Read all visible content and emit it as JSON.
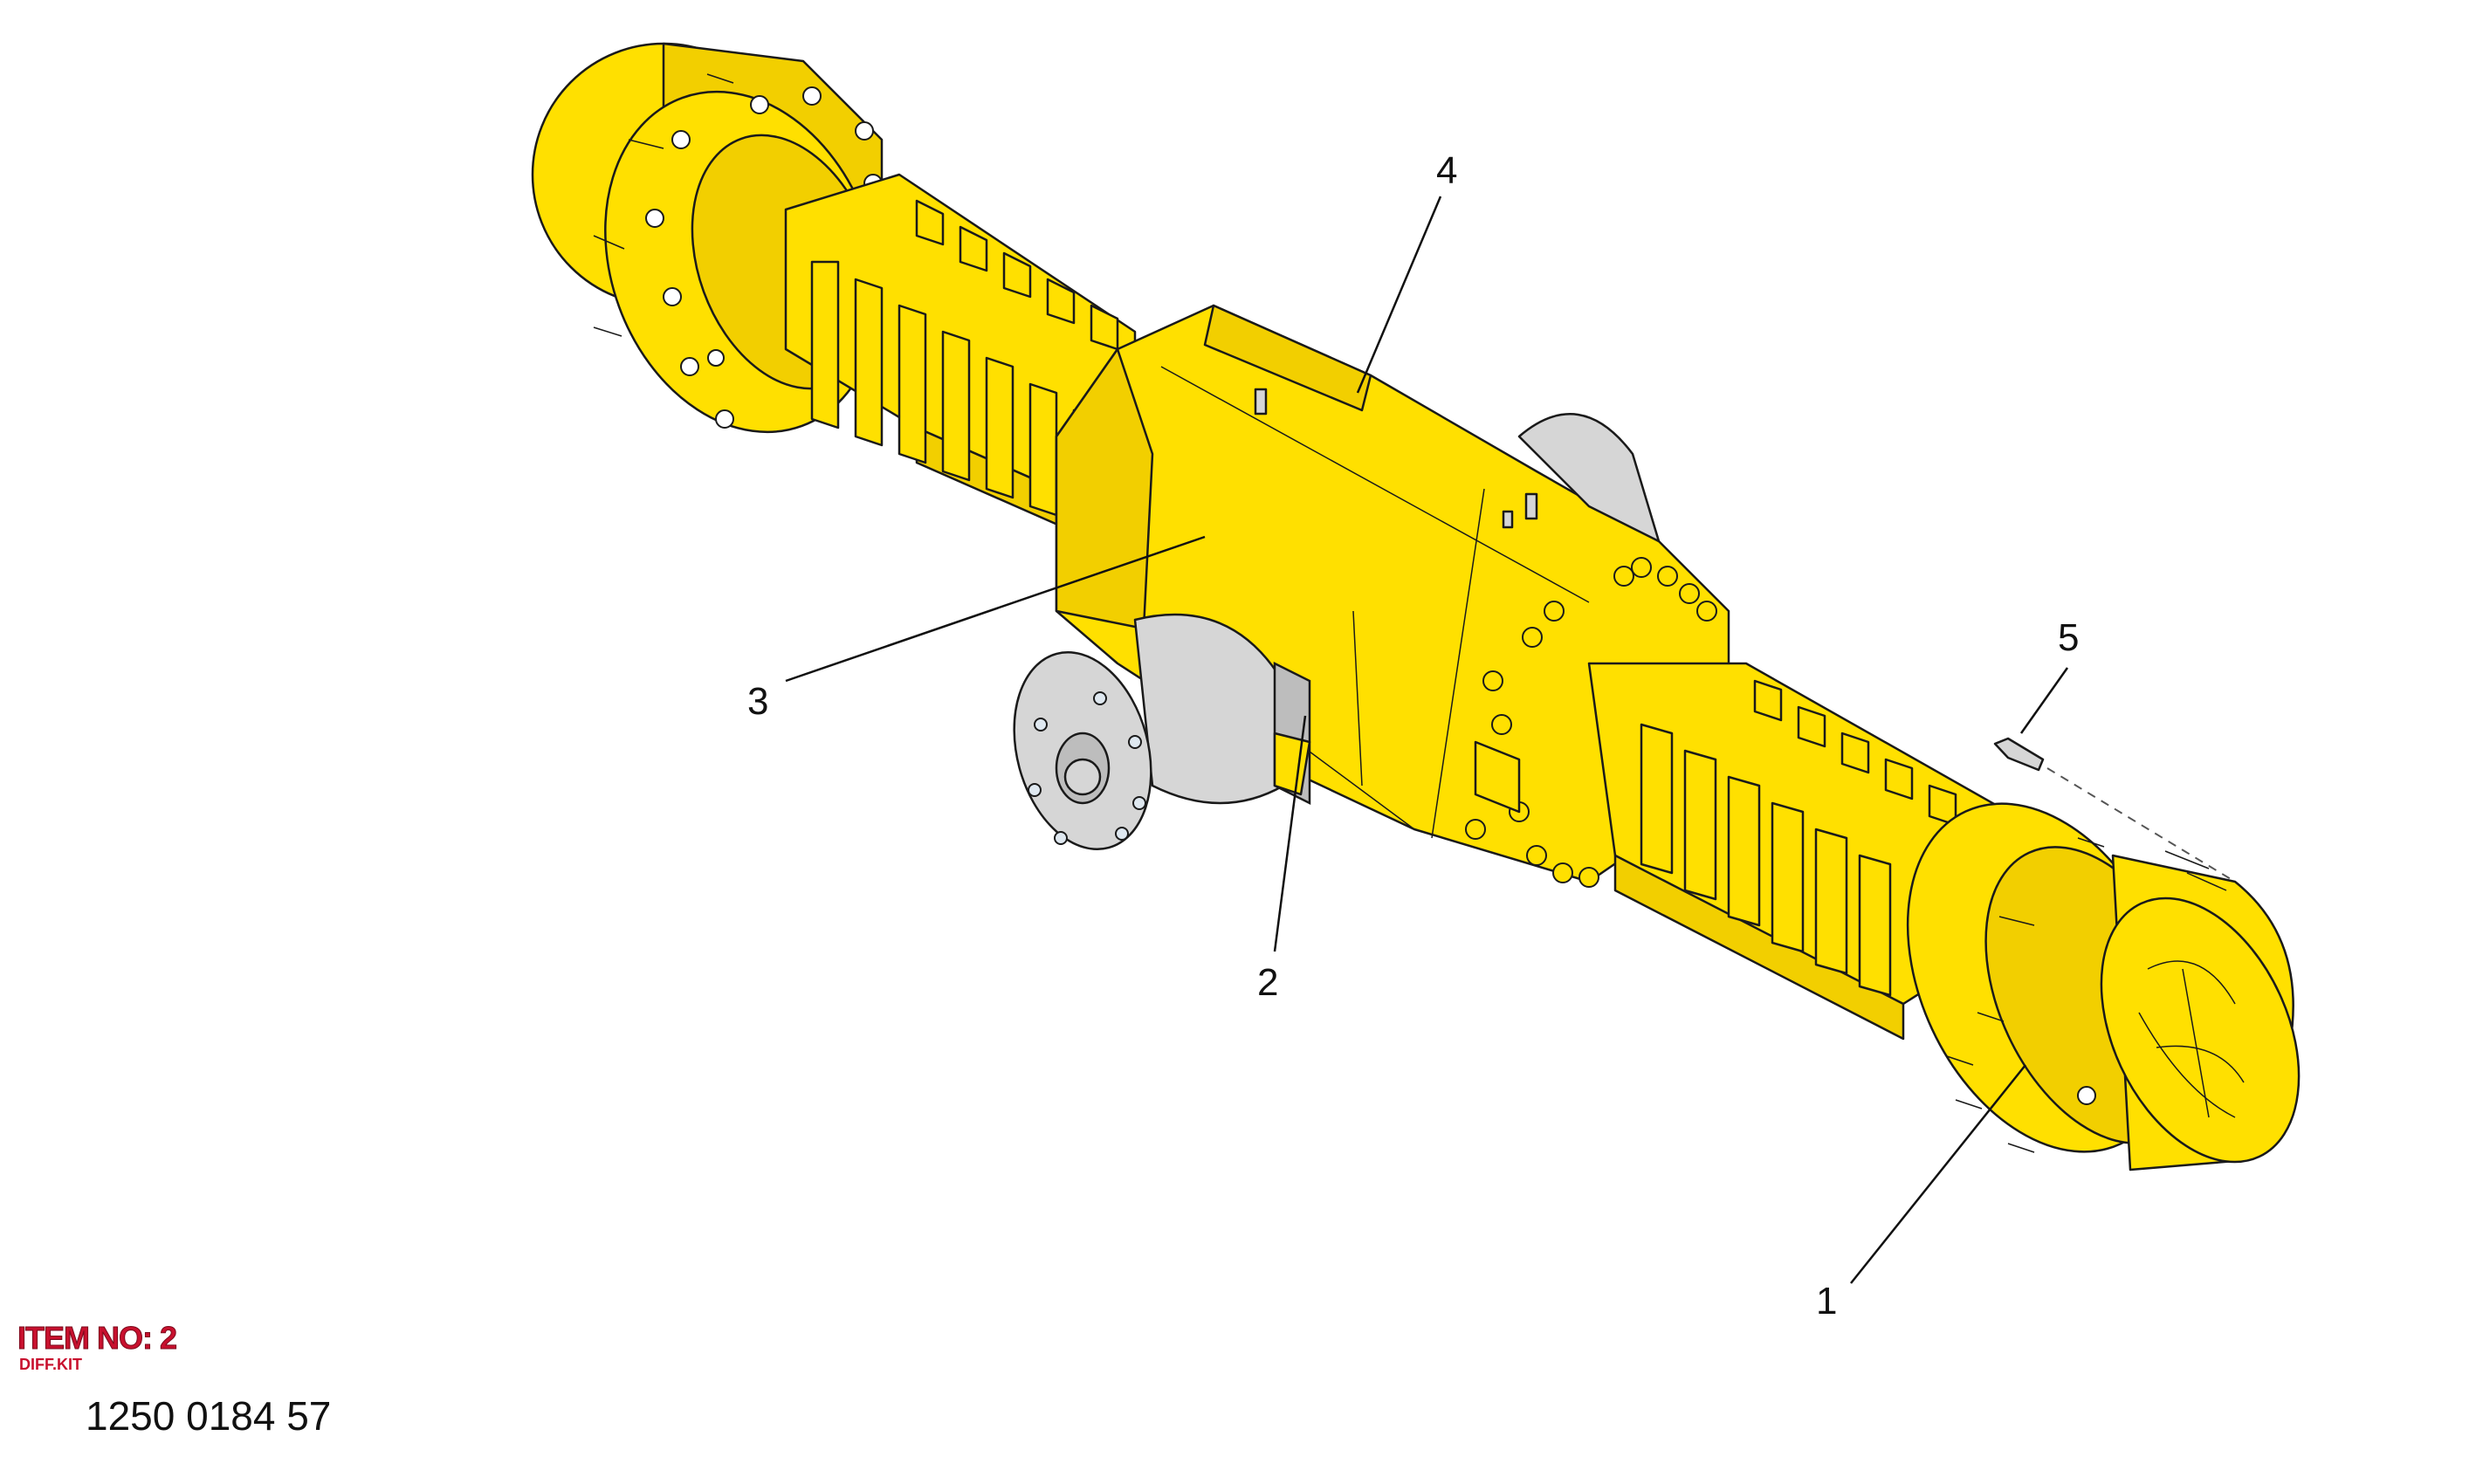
{
  "item": {
    "label": "ITEM NO: 2",
    "description": "DIFF.KIT",
    "part_number": "1250 0184 57"
  },
  "callouts": [
    {
      "id": "callout-1",
      "number": "1"
    },
    {
      "id": "callout-2",
      "number": "2"
    },
    {
      "id": "callout-3",
      "number": "3"
    },
    {
      "id": "callout-4",
      "number": "4"
    },
    {
      "id": "callout-5",
      "number": "5"
    }
  ],
  "colors": {
    "part_yellow": "#FFE000",
    "part_grey": "#D6D6D6",
    "item_label_red": "#C8102E",
    "line_black": "#1a1a1a"
  }
}
